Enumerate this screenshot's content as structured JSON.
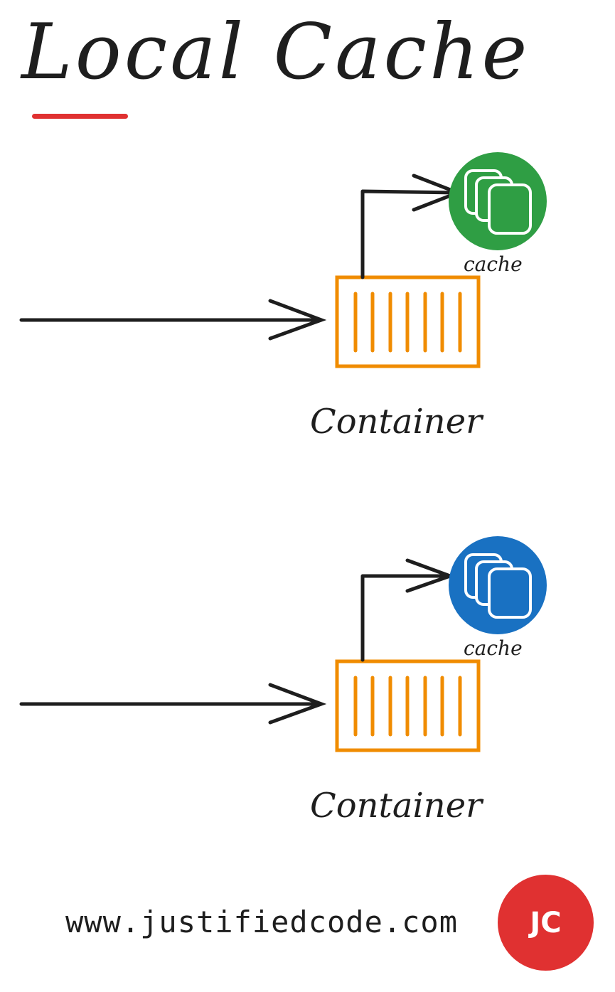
{
  "title": "Local Cache",
  "accent_color": "#e03131",
  "blocks": [
    {
      "container_label": "Container",
      "cache_label": "cache",
      "cache_color": "#2f9e44",
      "container_color": "#f08c00"
    },
    {
      "container_label": "Container",
      "cache_label": "cache",
      "cache_color": "#1971c2",
      "container_color": "#f08c00"
    }
  ],
  "footer": {
    "url": "www.justifiedcode.com",
    "logo_text": "JC"
  }
}
